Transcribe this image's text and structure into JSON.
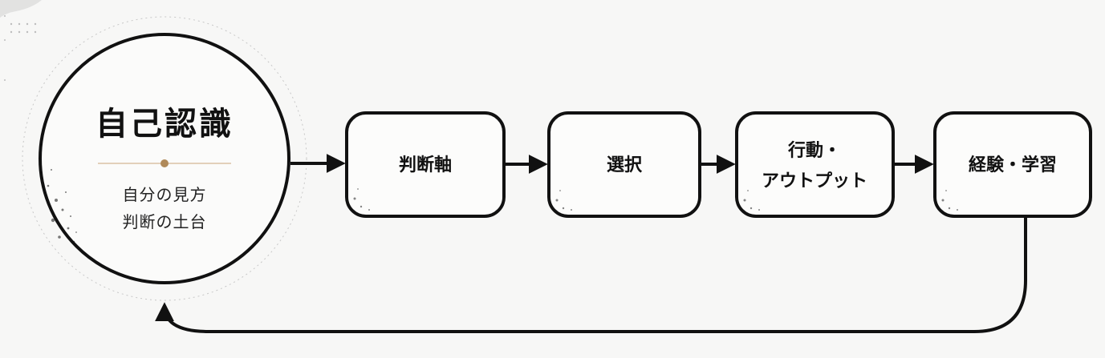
{
  "diagram": {
    "center_node": {
      "title": "自己認識",
      "subtitle_lines": [
        "自分の見方",
        "判断の土台"
      ]
    },
    "steps": [
      {
        "lines": [
          "判断軸"
        ]
      },
      {
        "lines": [
          "選択"
        ]
      },
      {
        "lines": [
          "行動・",
          "アウトプット"
        ]
      },
      {
        "lines": [
          "経験・学習"
        ]
      }
    ],
    "colors": {
      "stroke": "#111111",
      "accent_dot": "#b08a5a",
      "divider": "#c9a57a",
      "background": "#f7f7f6"
    }
  }
}
